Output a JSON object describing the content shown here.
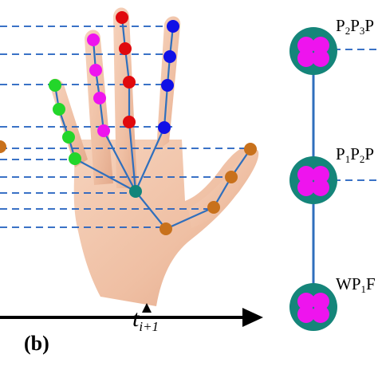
{
  "panel_label": "(b)",
  "time_axis": {
    "label_main": "t",
    "label_sub": "i+1"
  },
  "graph_nodes": [
    {
      "id": "top",
      "label_parts": [
        [
          "P",
          "2"
        ],
        [
          "P",
          "3"
        ],
        [
          "P",
          ""
        ]
      ]
    },
    {
      "id": "middle",
      "label_parts": [
        [
          "P",
          "1"
        ],
        [
          "P",
          "2"
        ],
        [
          "P",
          ""
        ]
      ]
    },
    {
      "id": "bottom",
      "label_parts": [
        [
          "WP",
          "1"
        ],
        [
          "F",
          ""
        ]
      ]
    }
  ],
  "colors": {
    "wrist_joint": "#12857a",
    "thumb": "#c8711c",
    "index": "#23d62a",
    "middle": "#ee14ee",
    "ring": "#e0090d",
    "little": "#1010e6",
    "skeleton_line": "#2f6fbd",
    "dashed_line": "#1f5fbf",
    "node_outer": "#15857a",
    "node_inner": "#ee14ee",
    "skin": "#f2c7ad"
  }
}
